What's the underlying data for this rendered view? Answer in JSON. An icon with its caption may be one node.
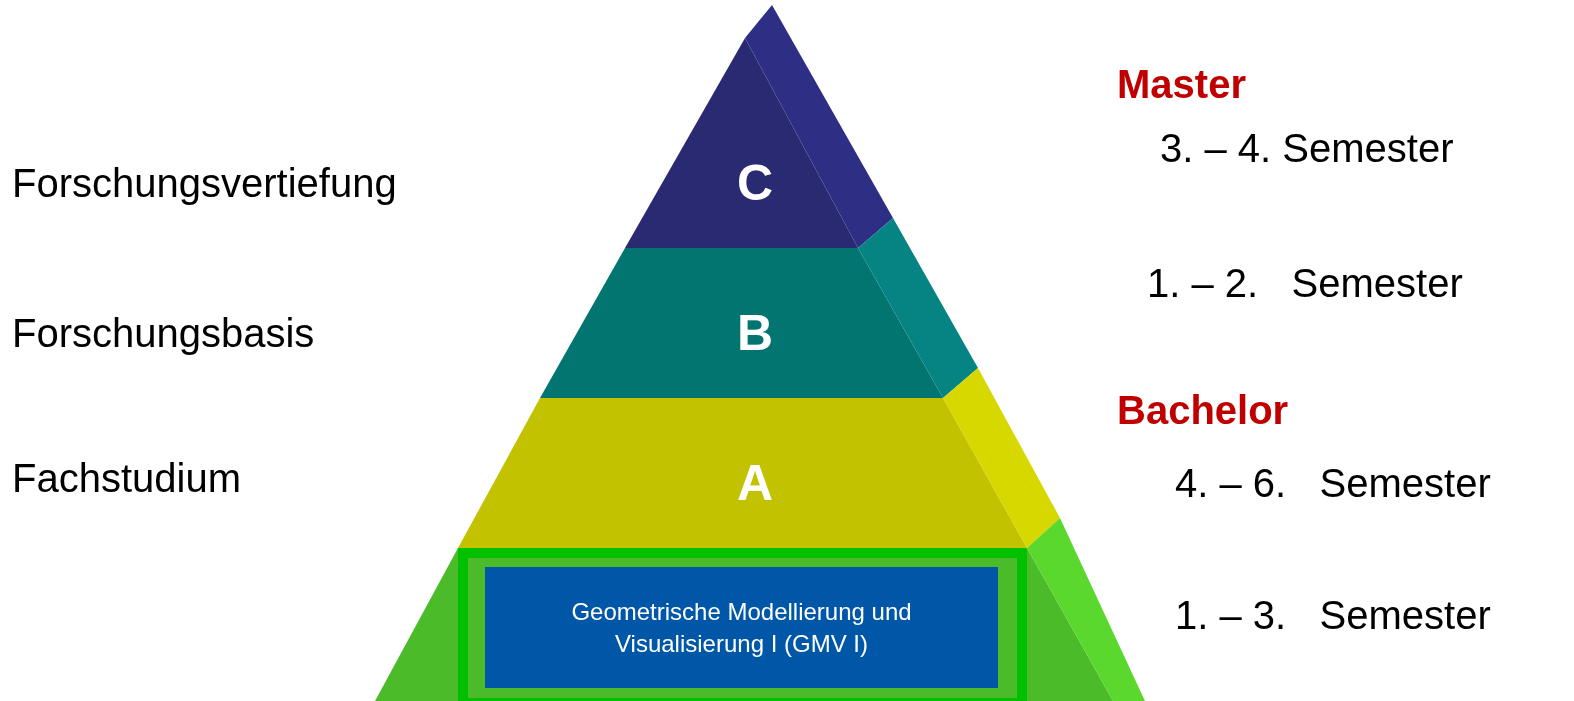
{
  "diagram": {
    "nodes": [
      {
        "text": [
          "C"
        ]
      },
      {
        "text": [
          "B"
        ]
      },
      {
        "text": [
          "A"
        ]
      },
      {
        "text": [],
        "shape": "box"
      },
      {
        "text": [
          "Geometrische Modellierung und Visualisierung I (GMV I)"
        ],
        "in": 3
      }
    ],
    "labels": [
      "Forschungsvertiefung",
      "Forschungsbasis",
      "Fachstudium",
      "Master",
      "3. – 4. Semester",
      "1. – 2.   Semester",
      "Bachelor",
      "4. – 6.   Semester",
      "1. – 3.   Semester"
    ]
  }
}
